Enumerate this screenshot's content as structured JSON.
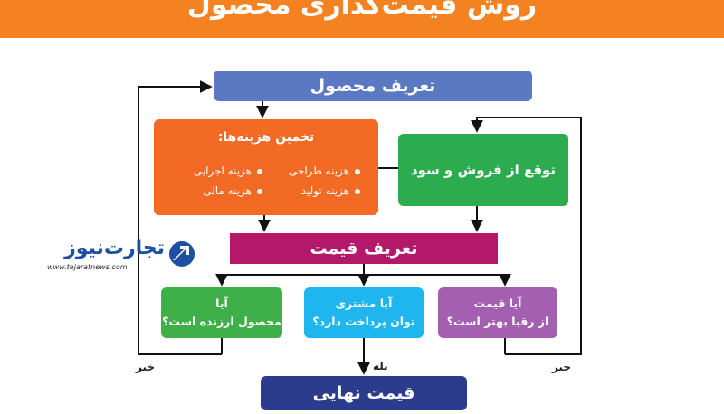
{
  "header": {
    "title": "روش قیمت‌گذاری محصول"
  },
  "diagram": {
    "define_product": "تعریف محصول",
    "cost_estimate": {
      "title": "تخمین هزینه‌ها:",
      "items": [
        "هزینه طراحی",
        "هزینه اجرایی",
        "هزینه تولید",
        "هزینه مالی"
      ]
    },
    "sales_forecast": "توقع از فروش و سود",
    "define_price": "تعریف قیمت",
    "questions": [
      {
        "line1": "آیا",
        "line2": "محصول ارزنده است؟"
      },
      {
        "line1": "آیا مشتری",
        "line2": "توان پرداخت دارد؟"
      },
      {
        "line1": "آیا قیمت",
        "line2": "از رقبا بهتر است؟"
      }
    ],
    "final_price": "قیمت نهایی",
    "labels": {
      "no_left": "خیر",
      "yes": "بله",
      "no_right": "خیر"
    }
  },
  "logo": {
    "name": "تجارت‌نیوز",
    "url": "www.tejaratnews.com"
  },
  "colors": {
    "banner": "#f58220",
    "define_product": "#5b78c2",
    "cost": "#f26a24",
    "sales": "#2dab4f",
    "price": "#b4186a",
    "q1": "#3faf4a",
    "q2": "#1fb6ef",
    "q3": "#a55fb0",
    "final": "#2c3c8c"
  }
}
